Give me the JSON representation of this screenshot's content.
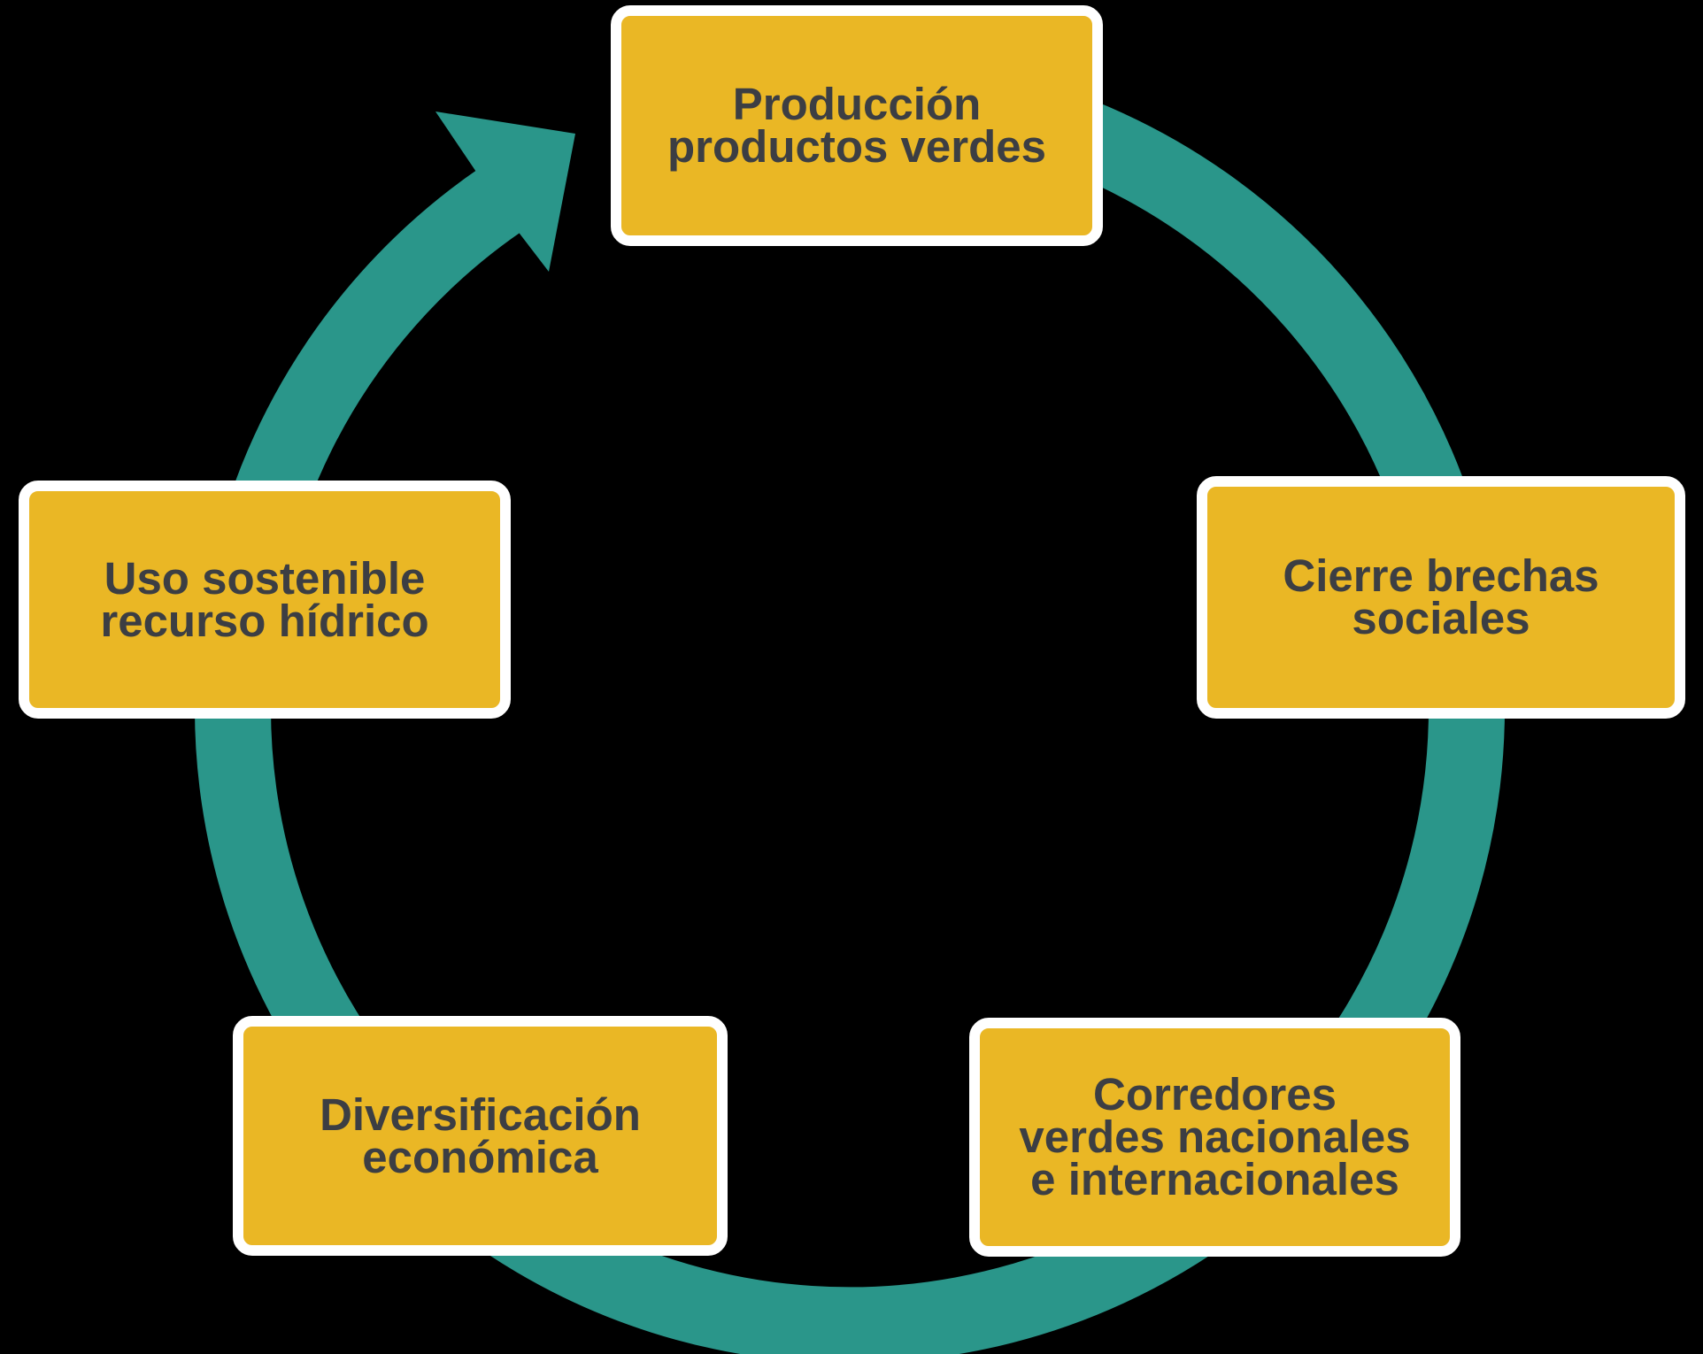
{
  "diagram": {
    "type": "cycle",
    "direction": "clockwise",
    "nodes": [
      {
        "id": "produccion-productos-verdes",
        "position": "top",
        "label": "Producción\nproductos verdes"
      },
      {
        "id": "cierre-brechas-sociales",
        "position": "right",
        "label": "Cierre brechas\nsociales"
      },
      {
        "id": "corredores-verdes",
        "position": "bottom-right",
        "label": "Corredores\nverdes nacionales\ne internacionales"
      },
      {
        "id": "diversificacion-economica",
        "position": "bottom-left",
        "label": "Diversificación\neconómica"
      },
      {
        "id": "uso-sostenible-recurso-hidrico",
        "position": "left",
        "label": "Uso sostenible\nrecurso hídrico"
      }
    ],
    "colors": {
      "ring_teal": "#2A968A",
      "node_fill": "#EAB725",
      "node_border": "#FFFFFF",
      "label_text": "#3C3E43",
      "background": "#000000"
    }
  }
}
